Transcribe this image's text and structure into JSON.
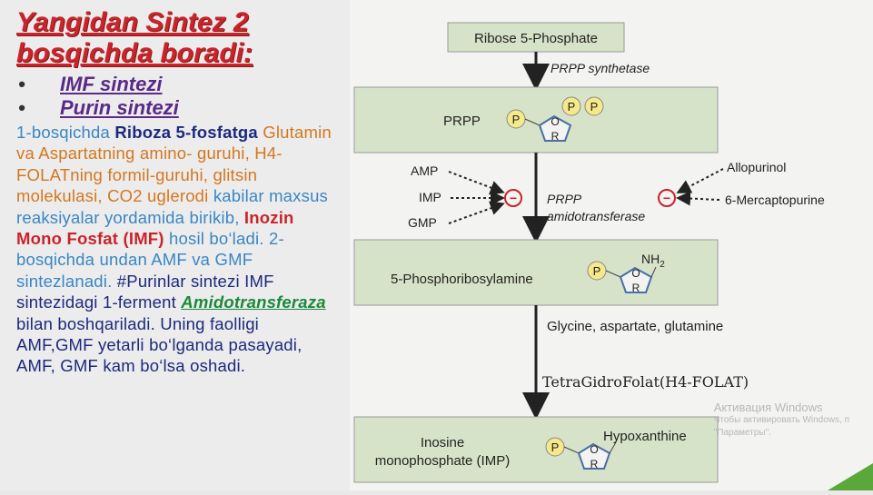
{
  "title": "Yangidan Sintez 2 bosqichda boradi:",
  "bullets": [
    {
      "dot": "•",
      "label": "IMF sintezi"
    },
    {
      "dot": "•",
      "label": "Purin sintezi"
    }
  ],
  "body": {
    "p1": "1-bosqichda ",
    "p2": "Riboza 5-fosfatga",
    "p3": " Glutamin va Aspartatning amino- guruhi, H4-FOLATning formil-guruhi, glitsin molekulasi, CO2 uglerodi ",
    "p4": "kabilar maxsus reaksiyalar yordamida birikib, ",
    "p5": "Inozin Mono Fosfat (IMF)",
    "p6": " hosil bo‘ladi. 2-bosqichda undan AMF va GMF sintezlanadi.",
    "p7": " #Purinlar sintezi IMF sintezidagi 1-ferment ",
    "p8": "Amidotransferaza",
    "p9": " bilan boshqariladi. Uning faolligi AMF,GMF yetarli bo‘lganda pasayadi, AMF, GMF kam bo‘lsa oshadi."
  },
  "diagram": {
    "ribose": "Ribose 5-Phosphate",
    "prpp_synthetase": "PRPP synthetase",
    "prpp": "PRPP",
    "amp": "AMP",
    "imp_inh": "IMP",
    "gmp": "GMP",
    "enzyme_line1": "PRPP",
    "enzyme_line2": "amidotransferase",
    "allopurinol": "Allopurinol",
    "mercaptopurine": "6-Mercaptopurine",
    "phosphoribosylamine": "5-Phosphoribosylamine",
    "nh2": "NH",
    "nh2_sub": "2",
    "substrates": "Glycine, aspartate, glutamine",
    "folate": "TetraGidroFolat(H4-FOLAT)",
    "inosine_line1": "Inosine",
    "inosine_line2": "monophosphate (IMP)",
    "hypoxanthine": "Hypoxanthine",
    "p": "P",
    "o": "O",
    "r": "R",
    "minus": "−"
  },
  "watermark": {
    "line1": "Активация Windows",
    "line2": "Чтобы активировать Windows, п",
    "line3": "\"Параметры\"."
  },
  "colors": {
    "title": "#c9242b",
    "bullets": "#5a2a86",
    "box": "#d7e3c8",
    "p_circle": "#f5e98a",
    "inhibit": "#c9242b"
  }
}
